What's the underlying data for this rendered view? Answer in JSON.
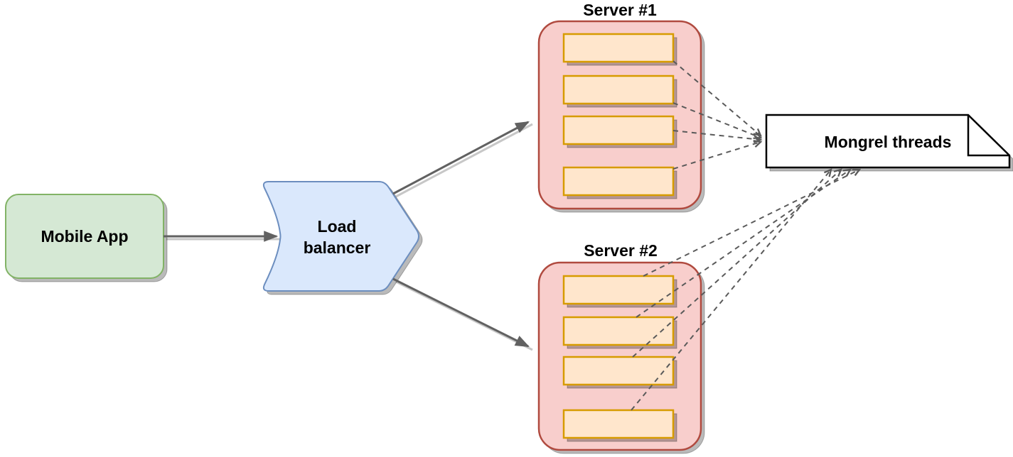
{
  "diagram": {
    "background": "#ffffff",
    "nodes": {
      "mobile_app": {
        "label": "Mobile App",
        "fill": "#d5e8d4",
        "stroke": "#82b366"
      },
      "load_balancer": {
        "label": "Load balancer",
        "label_line1": "Load",
        "label_line2": "balancer",
        "fill": "#dae8fc",
        "stroke": "#6c8ebf"
      },
      "server_1": {
        "title": "Server #1",
        "fill": "#f8cecc",
        "stroke": "#b04a3f",
        "thread_count": 4
      },
      "server_2": {
        "title": "Server #2",
        "fill": "#f8cecc",
        "stroke": "#b04a3f",
        "thread_count": 4
      },
      "mongrel_note": {
        "label": "Mongrel threads",
        "fill": "#ffffff",
        "stroke": "#000000"
      }
    },
    "thread_slot": {
      "fill": "#ffe6cc",
      "stroke": "#d79b00"
    },
    "connectors": {
      "solid": {
        "color": "#616161",
        "style": "solid",
        "count": 3,
        "edges": [
          "Mobile App to Load balancer",
          "Load balancer to Server #1",
          "Load balancer to Server #2"
        ]
      },
      "dashed": {
        "color": "#5a5a5a",
        "style": "dashed",
        "count": 8,
        "description": "thread slots to Mongrel threads note"
      }
    }
  }
}
